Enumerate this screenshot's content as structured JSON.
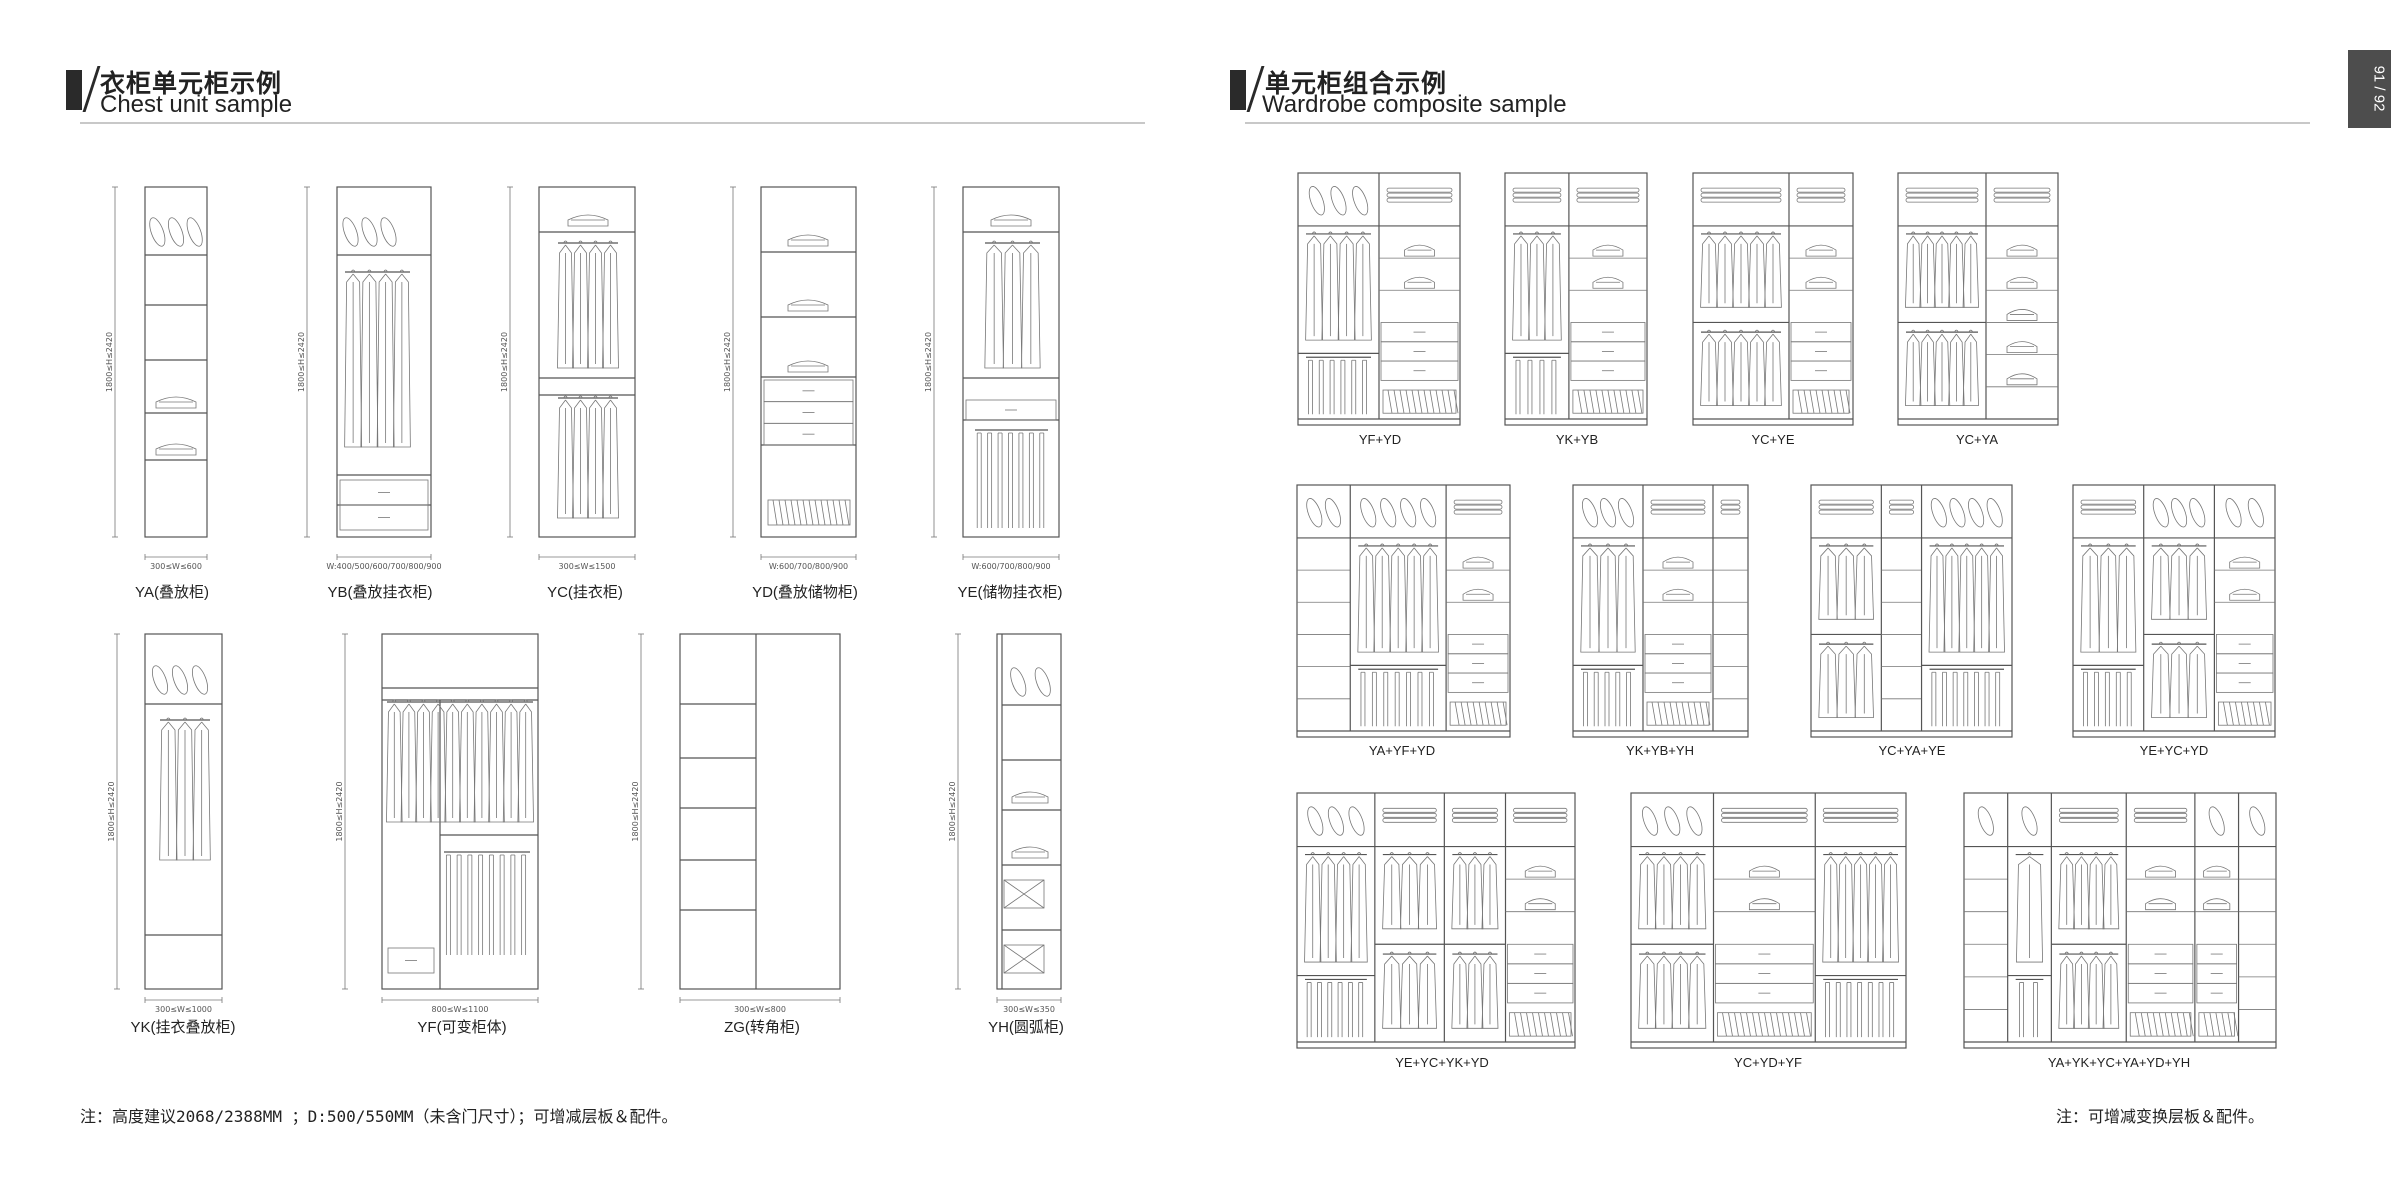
{
  "left_header": {
    "cn": "衣柜单元柜示例",
    "en": "Chest unit sample"
  },
  "right_header": {
    "cn": "单元柜组合示例",
    "en": "Wardrobe composite sample"
  },
  "page_number": "91 / 92",
  "units": [
    {
      "label": "YA(叠放柜)",
      "height_dim": "1800≤H≤2420",
      "width_dim": "300≤W≤600"
    },
    {
      "label": "YB(叠放挂衣柜)",
      "height_dim": "1800≤H≤2420",
      "width_dim": "W:400/500/600/700/800/900"
    },
    {
      "label": "YC(挂衣柜)",
      "height_dim": "1800≤H≤2420",
      "width_dim": "300≤W≤1500"
    },
    {
      "label": "YD(叠放储物柜)",
      "height_dim": "1800≤H≤2420",
      "width_dim": "W:600/700/800/900"
    },
    {
      "label": "YE(储物挂衣柜)",
      "height_dim": "1800≤H≤2420",
      "width_dim": "W:600/700/800/900"
    },
    {
      "label": "YK(挂衣叠放柜)",
      "height_dim": "1800≤H≤2420",
      "width_dim": "300≤W≤1000"
    },
    {
      "label": "YF(可变柜体)",
      "height_dim": "1800≤H≤2420",
      "width_dim": "800≤W≤1100"
    },
    {
      "label": "ZG(转角柜)",
      "height_dim": "1800≤H≤2420",
      "width_dim": "300≤W≤800"
    },
    {
      "label": "YH(圆弧柜)",
      "height_dim": "1800≤H≤2420",
      "width_dim": "300≤W≤350"
    }
  ],
  "combos": [
    "YF+YD",
    "YK+YB",
    "YC+YE",
    "YC+YA",
    "YA+YF+YD",
    "YK+YB+YH",
    "YC+YA+YE",
    "YE+YC+YD",
    "YE+YC+YK+YD",
    "YC+YD+YF",
    "YA+YK+YC+YA+YD+YH"
  ],
  "left_note": "注：高度建议2068/2388MM ；D:500/550MM（未含门尺寸）；可增减层板＆配件。",
  "right_note": "注：可增减变换层板＆配件。"
}
